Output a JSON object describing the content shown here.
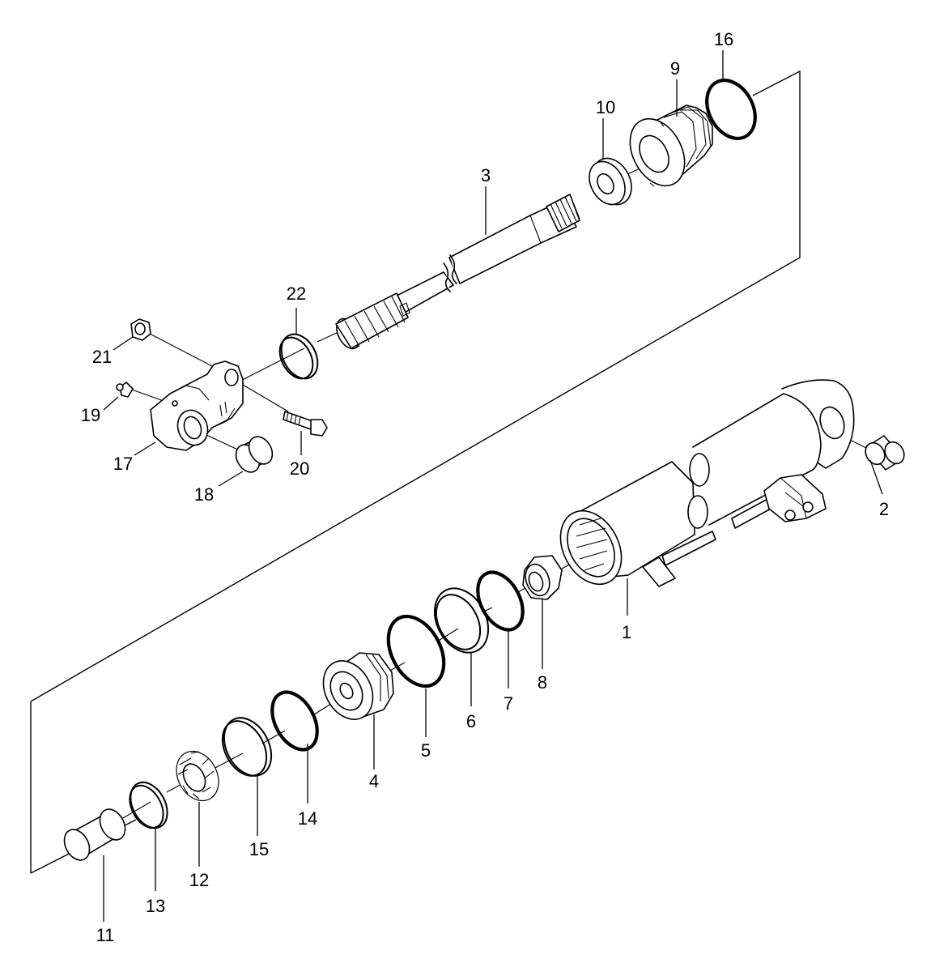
{
  "diagram": {
    "type": "exploded parts diagram",
    "parts": [
      {
        "id": "p1",
        "callout": "1"
      },
      {
        "id": "p2",
        "callout": "2"
      },
      {
        "id": "p3",
        "callout": "3"
      },
      {
        "id": "p4",
        "callout": "4"
      },
      {
        "id": "p5",
        "callout": "5"
      },
      {
        "id": "p6",
        "callout": "6"
      },
      {
        "id": "p7",
        "callout": "7"
      },
      {
        "id": "p8",
        "callout": "8"
      },
      {
        "id": "p9",
        "callout": "9"
      },
      {
        "id": "p10",
        "callout": "10"
      },
      {
        "id": "p11",
        "callout": "11"
      },
      {
        "id": "p12",
        "callout": "12"
      },
      {
        "id": "p13",
        "callout": "13"
      },
      {
        "id": "p14",
        "callout": "14"
      },
      {
        "id": "p15",
        "callout": "15"
      },
      {
        "id": "p16",
        "callout": "16"
      },
      {
        "id": "p17",
        "callout": "17"
      },
      {
        "id": "p18",
        "callout": "18"
      },
      {
        "id": "p19",
        "callout": "19"
      },
      {
        "id": "p20",
        "callout": "20"
      },
      {
        "id": "p21",
        "callout": "21"
      },
      {
        "id": "p22",
        "callout": "22"
      }
    ],
    "colors": {
      "line": "#000000",
      "background": "#ffffff"
    }
  }
}
